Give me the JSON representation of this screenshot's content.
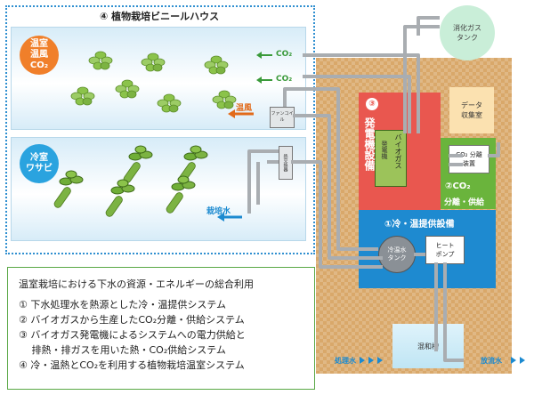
{
  "house": {
    "title": "④ 植物栽培ビニールハウス"
  },
  "rooms": {
    "warm": {
      "line1": "温室",
      "line2": "温風",
      "line3": "CO₂"
    },
    "cold": {
      "line1": "冷室",
      "line2": "ワサビ"
    }
  },
  "flows": {
    "co2_a": "CO₂",
    "co2_b": "CO₂",
    "warm_air": "温風",
    "culture_water": "栽培水",
    "treated_water": "処理水",
    "discharge_water": "放流水"
  },
  "equipment": {
    "fan_coil": "ファンコイル",
    "heat_exchanger": "熱交換器",
    "gas_tank": {
      "line1": "消化ガス",
      "line2": "タンク"
    },
    "data_room": {
      "line1": "データ",
      "line2": "収集室"
    },
    "co2_unit": {
      "line1": "CO₂ 分離",
      "line2": "装置"
    },
    "generator": "発電機",
    "biogas": "バイオガス",
    "heat_pump": {
      "line1": "ヒート",
      "line2": "ポンプ"
    },
    "cold_tank": {
      "line1": "冷温水",
      "line2": "タンク"
    },
    "mixing_tank": "混和槽"
  },
  "sections": {
    "s1": "①冷・温提供設備",
    "s2_title": "②CO₂",
    "s2_sub": "分離・供給",
    "s3_num": "③",
    "s3_title": "発電機設備"
  },
  "summary": {
    "title": "温室栽培における下水の資源・エネルギーの総合利用",
    "items": [
      "① 下水処理水を熱源とした冷・温提供システム",
      "② バイオガスから生産したCO₂分離・供給システム",
      "③ バイオガス発電機によるシステムへの電力供給と",
      "　 排熱・排ガスを用いた熱・CO₂供給システム",
      "④ 冷・温熱とCO₂を利用する植物栽培温室システム"
    ]
  },
  "colors": {
    "warm": "#f07f2a",
    "cold": "#2aa3df",
    "generator_area": "#e9574f",
    "co2_area": "#6ab43c",
    "heat_area": "#1e8ad0",
    "pipe": "#a9adb1",
    "plant_bg": "#d9a86a"
  }
}
